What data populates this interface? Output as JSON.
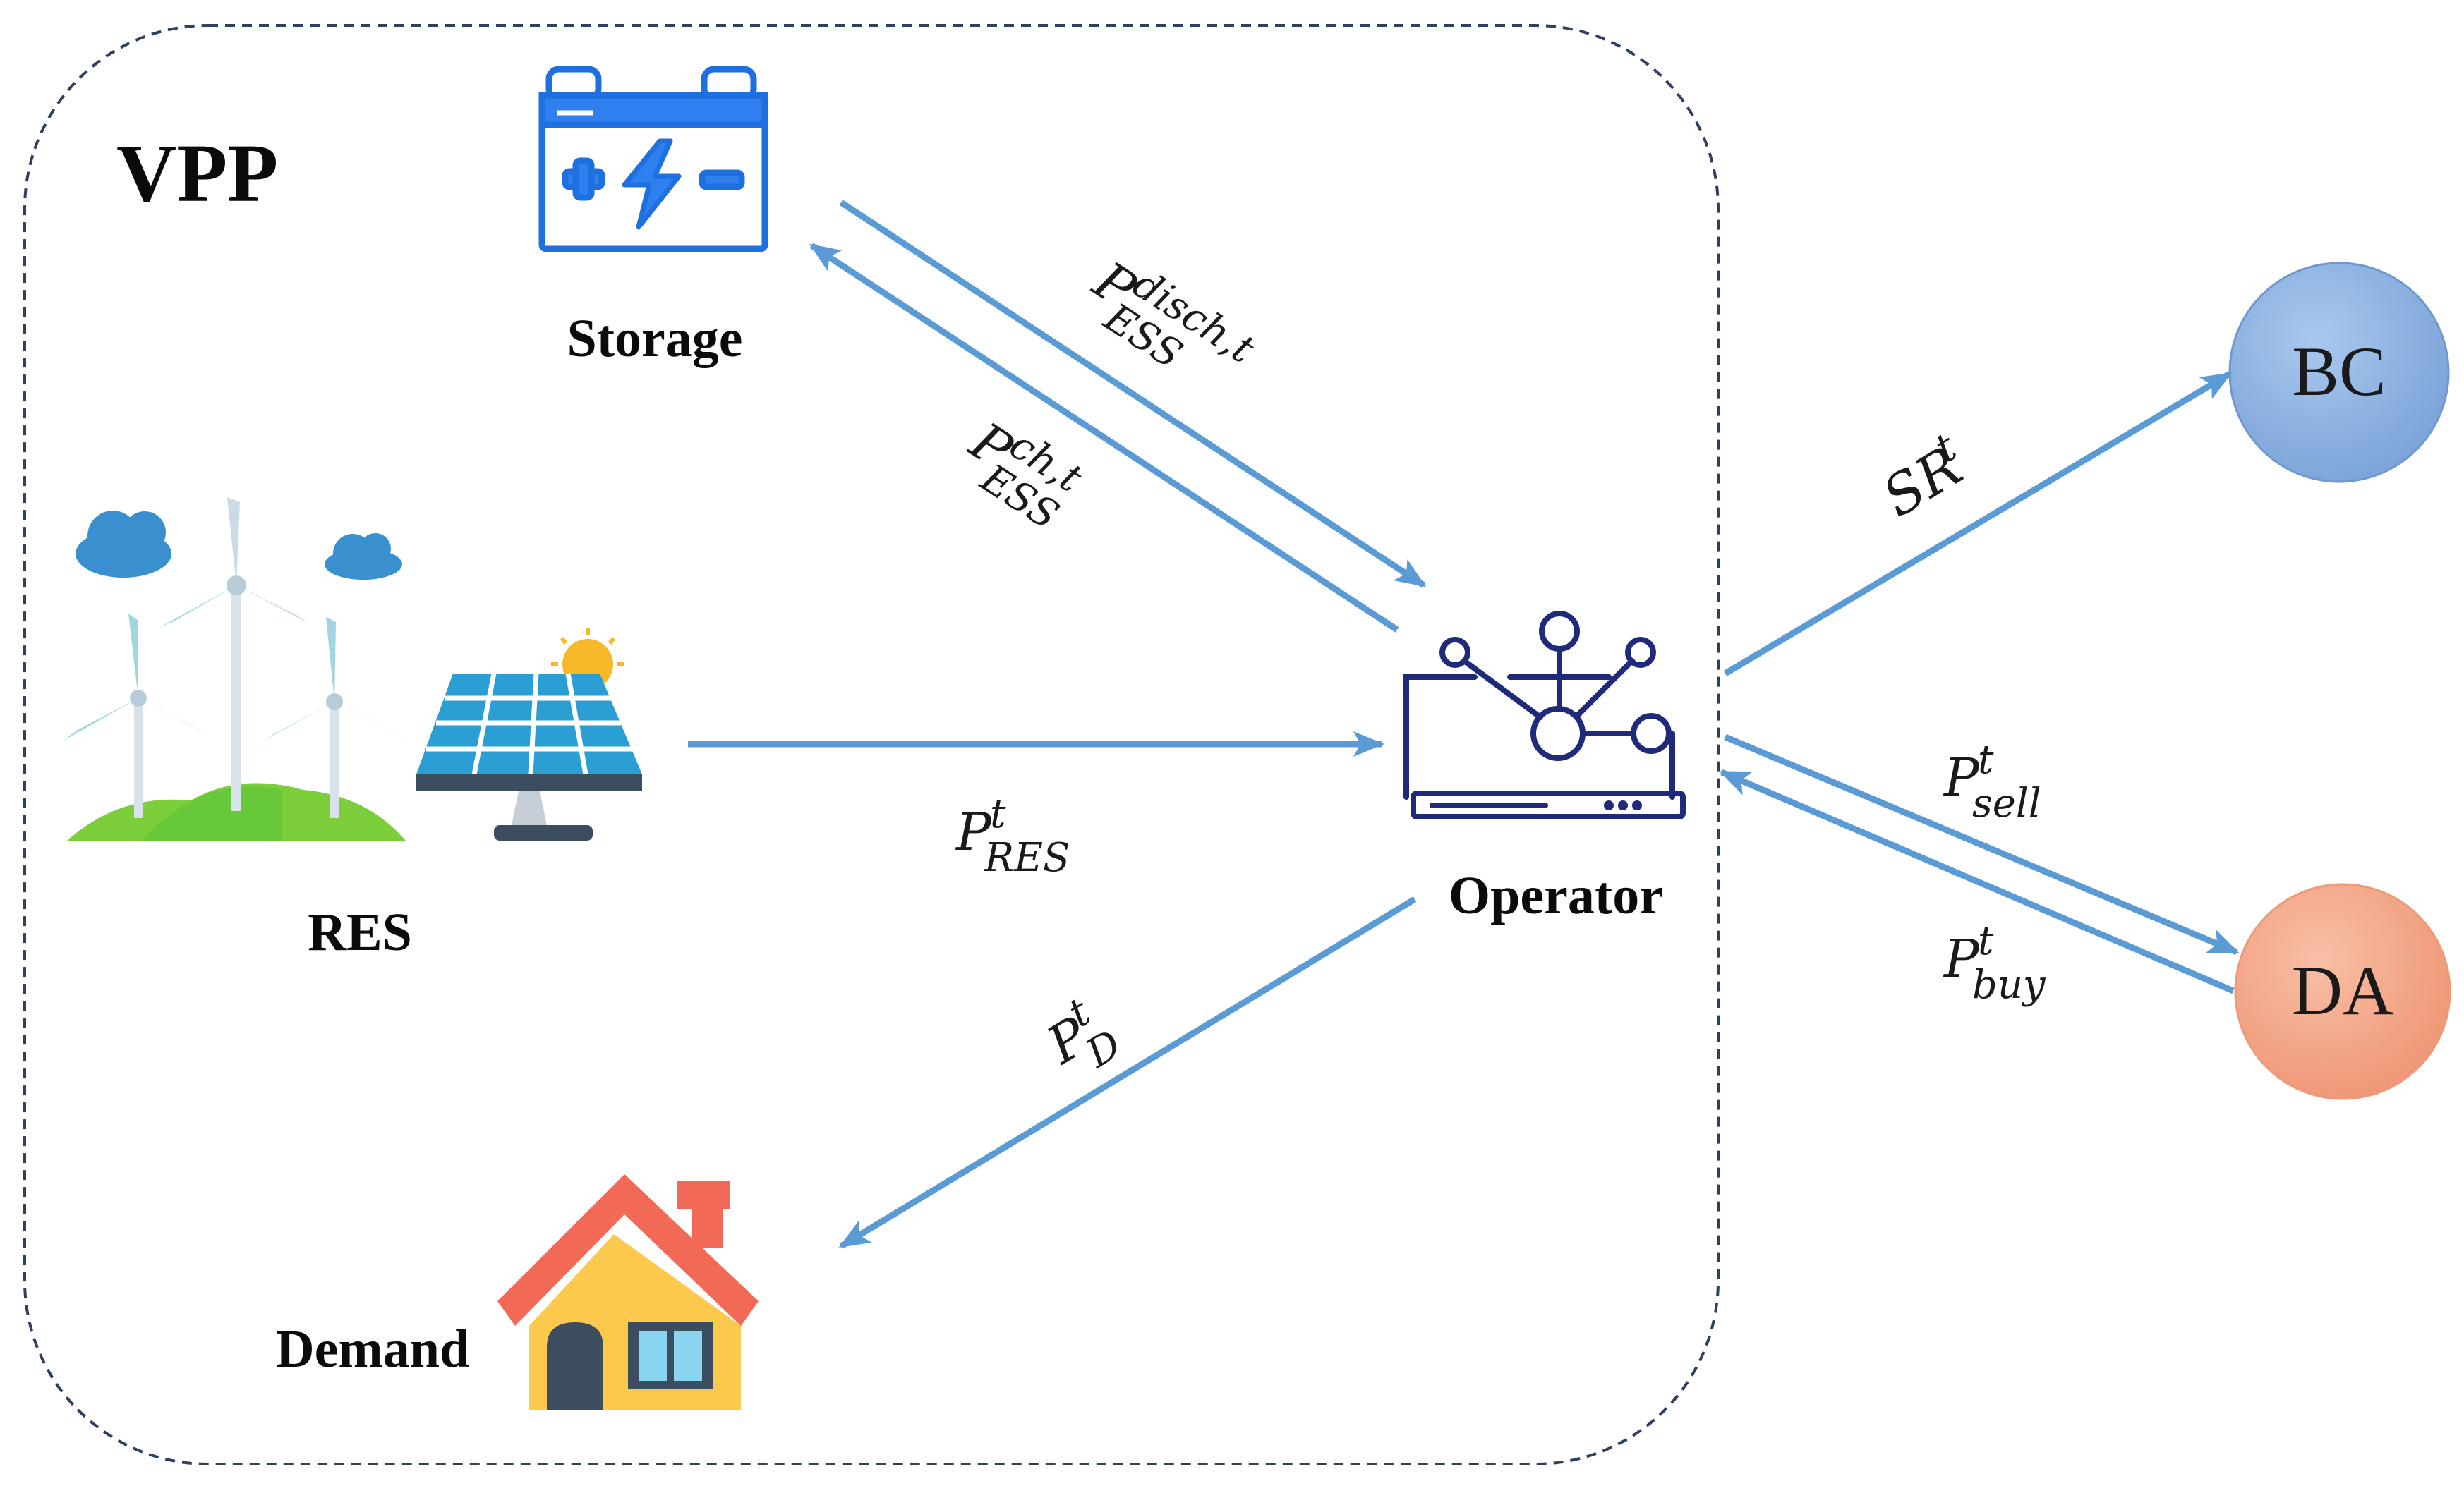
{
  "title": "VPP",
  "nodes": {
    "storage": "Storage",
    "res": "RES",
    "operator": "Operator",
    "demand": "Demand",
    "bc": "BC",
    "da": "DA"
  },
  "flows": {
    "disch": {
      "base": "P",
      "sup": "disch,t",
      "sub": "ESS"
    },
    "ch": {
      "base": "P",
      "sup": "ch,t",
      "sub": "ESS"
    },
    "res": {
      "base": "P",
      "sup": "t",
      "sub": "RES"
    },
    "demand": {
      "base": "P",
      "sup": "t",
      "sub": "D"
    },
    "sr": {
      "base": "SR",
      "sup": "t"
    },
    "sell": {
      "base": "P",
      "sup": "t",
      "sub": "sell"
    },
    "buy": {
      "base": "P",
      "sup": "t",
      "sub": "buy"
    }
  },
  "colors": {
    "arrow": "#5b9bd5",
    "border": "#2f3f60",
    "bc_fill": "#8fb4e3",
    "da_fill": "#f4a98a",
    "operator_icon": "#1f2a7a",
    "storage_icon": "#1e6fe0"
  }
}
